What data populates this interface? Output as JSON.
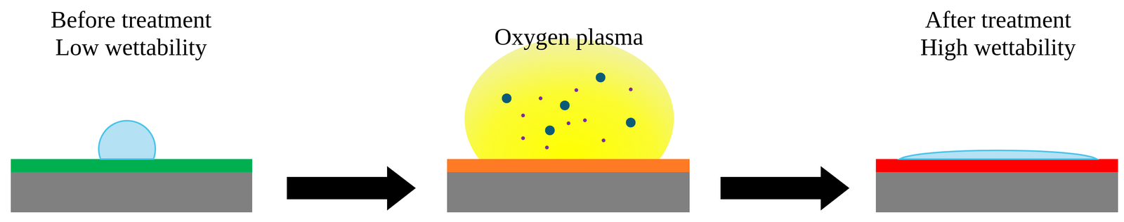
{
  "diagram": {
    "labels": [
      "Before treatment",
      "Low wettability",
      "Oxygen plasma",
      "After treatment",
      "High wettability"
    ]
  }
}
